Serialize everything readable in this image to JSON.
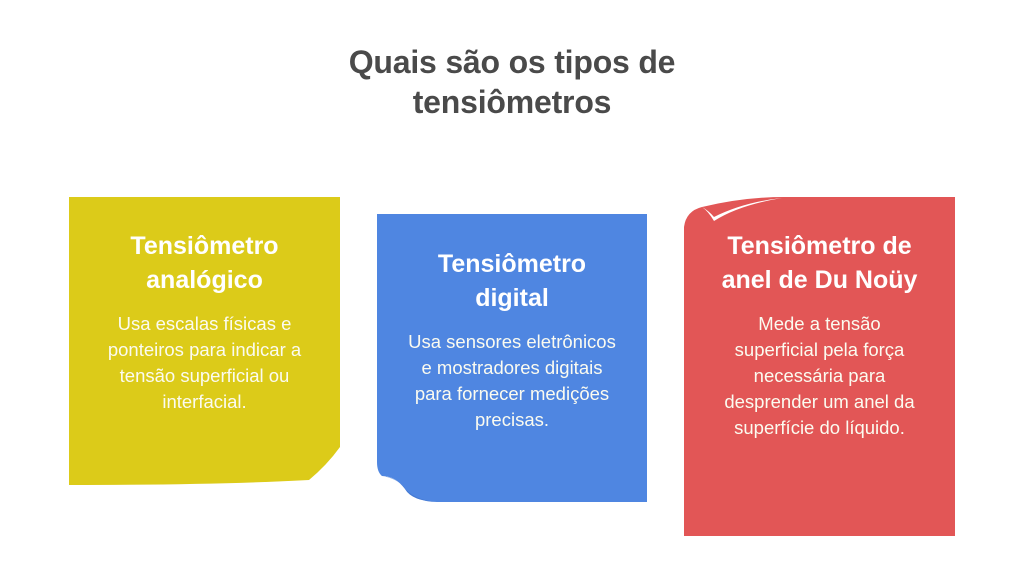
{
  "title": "Quais são os tipos de tensiômetros",
  "colors": {
    "title_text": "#4a4a4a",
    "card_yellow": "#dccb19",
    "card_blue": "#4f86e1",
    "card_red": "#e25656",
    "card_text": "#ffffff"
  },
  "cards": [
    {
      "heading": "Tensiômetro analógico",
      "description": "Usa escalas físicas e ponteiros para indicar a tensão superficial ou interfacial.",
      "color": "#dccb19"
    },
    {
      "heading": "Tensiômetro digital",
      "description": "Usa sensores eletrônicos e mostradores digitais para fornecer medições precisas.",
      "color": "#4f86e1"
    },
    {
      "heading": "Tensiômetro de anel de Du Noüy",
      "description": "Mede a tensão superficial pela força necessária para desprender um anel da superfície do líquido.",
      "color": "#e25656"
    }
  ]
}
